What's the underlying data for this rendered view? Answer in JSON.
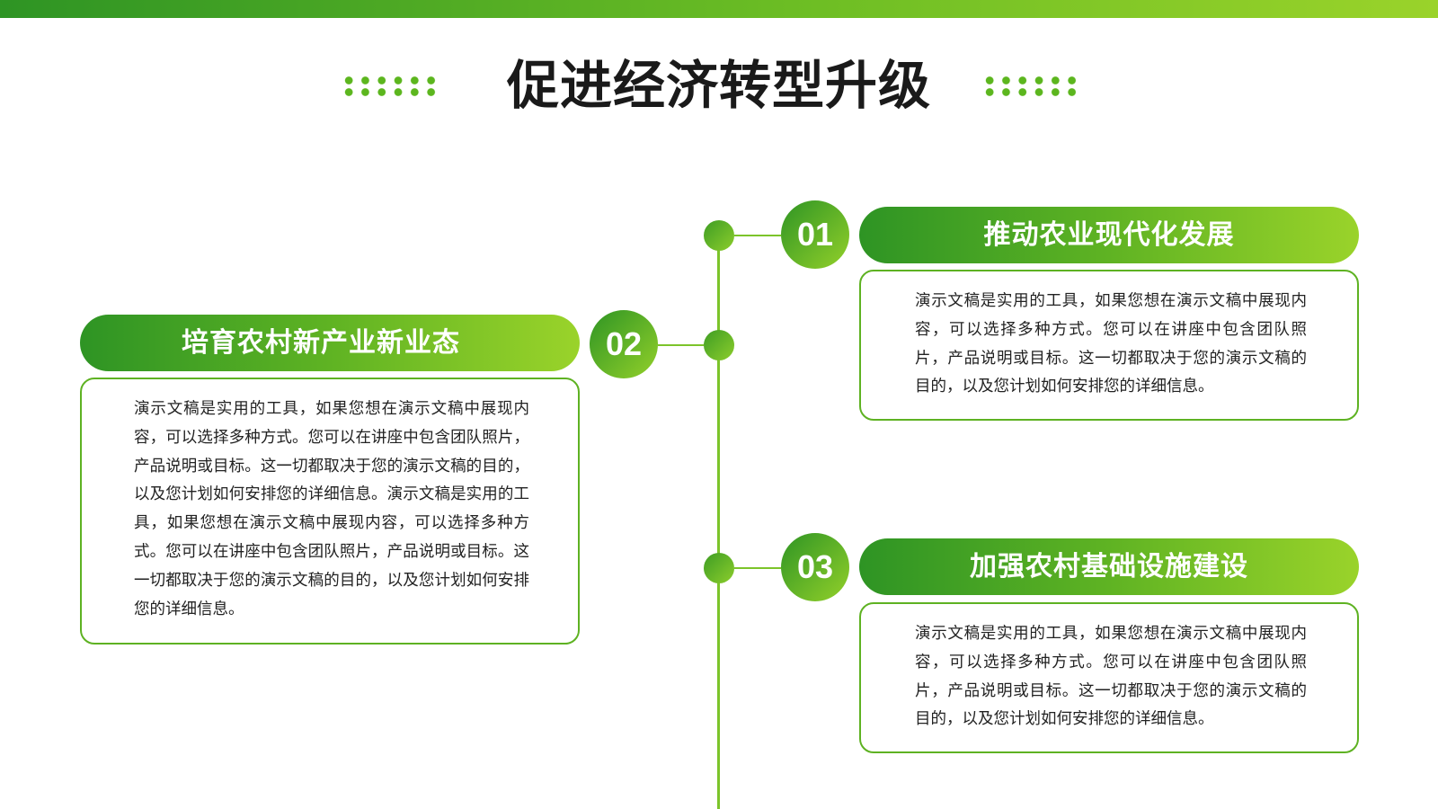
{
  "header": {
    "title": "促进经济转型升级"
  },
  "colors": {
    "accent_dark": "#2e9424",
    "accent_light": "#9ad32a",
    "title_text": "#1a1a1a",
    "body_text": "#222222"
  },
  "items": [
    {
      "number": "01",
      "title": "推动农业现代化发展",
      "body": "演示文稿是实用的工具，如果您想在演示文稿中展现内容，可以选择多种方式。您可以在讲座中包含团队照片，产品说明或目标。这一切都取决于您的演示文稿的目的，以及您计划如何安排您的详细信息。"
    },
    {
      "number": "02",
      "title": "培育农村新产业新业态",
      "body": "演示文稿是实用的工具，如果您想在演示文稿中展现内容，可以选择多种方式。您可以在讲座中包含团队照片，产品说明或目标。这一切都取决于您的演示文稿的目的，以及您计划如何安排您的详细信息。演示文稿是实用的工具，如果您想在演示文稿中展现内容，可以选择多种方式。您可以在讲座中包含团队照片，产品说明或目标。这一切都取决于您的演示文稿的目的，以及您计划如何安排您的详细信息。"
    },
    {
      "number": "03",
      "title": "加强农村基础设施建设",
      "body": "演示文稿是实用的工具，如果您想在演示文稿中展现内容，可以选择多种方式。您可以在讲座中包含团队照片，产品说明或目标。这一切都取决于您的演示文稿的目的，以及您计划如何安排您的详细信息。"
    }
  ]
}
